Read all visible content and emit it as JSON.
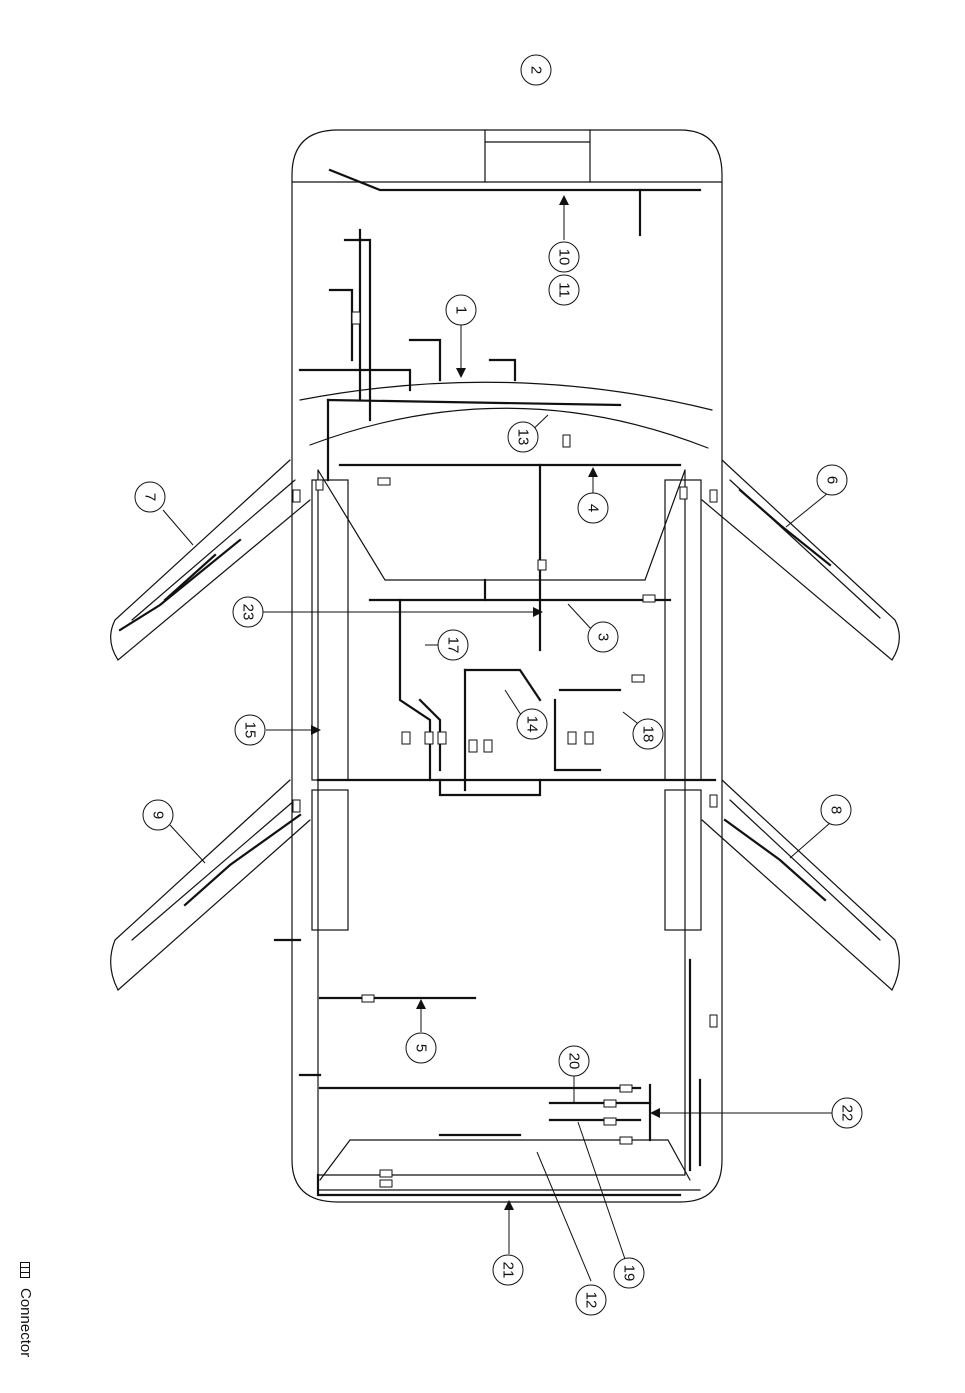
{
  "callouts": [
    "1",
    "2",
    "3",
    "4",
    "5",
    "6",
    "7",
    "8",
    "9",
    "10",
    "11",
    "12",
    "13",
    "14",
    "15",
    "17",
    "18",
    "19",
    "20",
    "21",
    "22",
    "23"
  ],
  "legend": {
    "label": "Connector",
    "icon": "connector-icon"
  }
}
